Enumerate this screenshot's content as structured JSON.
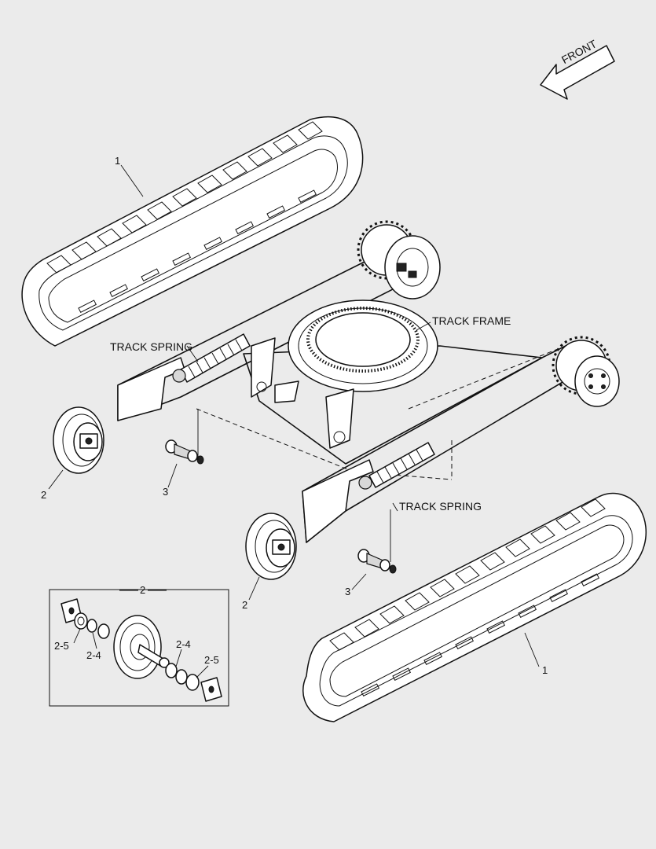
{
  "front_arrow": {
    "label": "FRONT"
  },
  "labels": {
    "track_frame": "TRACK FRAME",
    "track_spring_upper": "TRACK SPRING",
    "track_spring_lower": "TRACK SPRING"
  },
  "callouts": {
    "track_upper": "1",
    "track_lower": "1",
    "idler_upper": "2",
    "idler_lower": "2",
    "roller_upper": "3",
    "roller_lower": "3",
    "detail_title": "2",
    "detail_2_5_left": "2-5",
    "detail_2_4_left": "2-4",
    "detail_2_4_right": "2-4",
    "detail_2_5_right": "2-5"
  }
}
